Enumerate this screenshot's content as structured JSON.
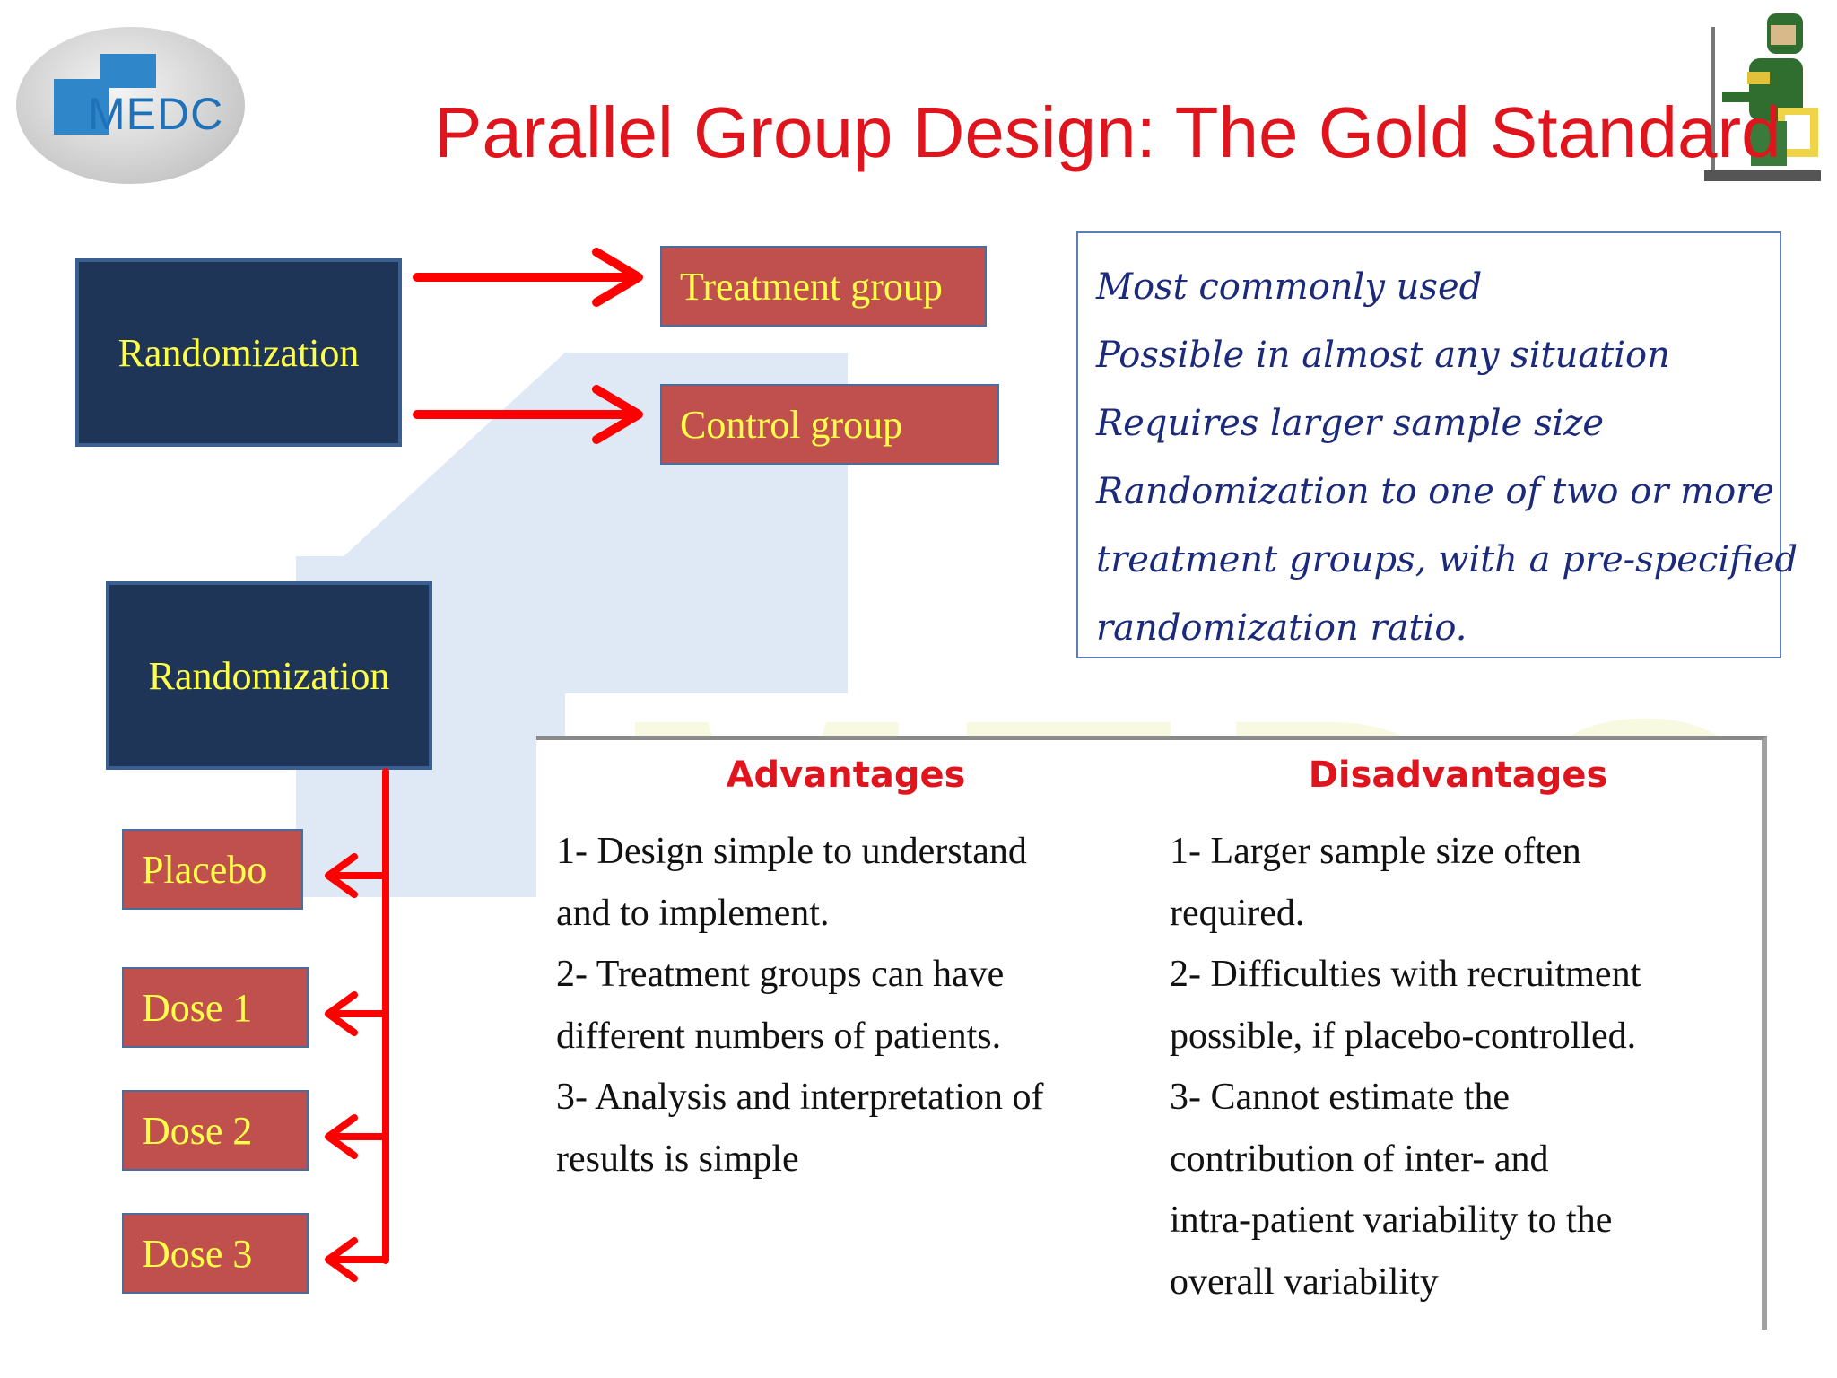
{
  "title": "Parallel Group Design: The Gold Standard",
  "logo": {
    "text": "MEDC"
  },
  "top_diagram": {
    "source": "Randomization",
    "targets": [
      "Treatment group",
      "Control group"
    ]
  },
  "bottom_diagram": {
    "source": "Randomization",
    "targets": [
      "Placebo",
      "Dose 1",
      "Dose 2",
      "Dose 3"
    ]
  },
  "info_box": {
    "lines": [
      "Most commonly used",
      "Possible in almost any situation",
      "Requires larger sample size",
      "Randomization to one of two or more",
      "treatment groups, with a pre-specified",
      "randomization ratio."
    ]
  },
  "comparison": {
    "advantages": {
      "heading": "Advantages",
      "lines": [
        "1- Design simple to understand",
        "and to implement.",
        "2- Treatment groups can have",
        "different numbers of patients.",
        "3- Analysis and interpretation of",
        "results is simple"
      ]
    },
    "disadvantages": {
      "heading": "Disadvantages",
      "lines": [
        "1- Larger sample size often",
        "required.",
        "2- Difficulties with recruitment",
        "possible, if placebo-controlled.",
        "3- Cannot estimate the",
        "contribution of inter- and",
        "intra-patient variability to the",
        "overall variability"
      ]
    }
  },
  "colors": {
    "title": "#e0141c",
    "navy_box": "#1e3558",
    "red_box": "#c0504d",
    "box_text": "#ffff4a",
    "arrow": "#ff0000"
  }
}
